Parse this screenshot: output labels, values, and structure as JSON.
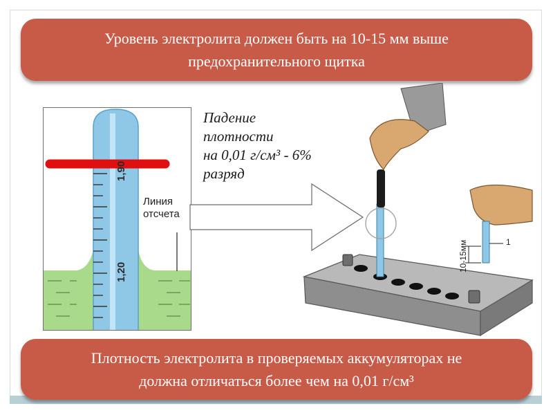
{
  "slide": {
    "top_banner": {
      "line1": "Уровень электролита должен быть на 10-15 мм выше",
      "line2": "предохранительного щитка"
    },
    "bottom_banner": {
      "line1": "Плотность электролита в проверяемых аккумуляторах не",
      "line2": "должна отличаться более чем на 0,01 г/см³"
    },
    "density_note": {
      "line1": "Падение",
      "line2": "плотности",
      "line3": "на 0,01 г/см³ - 6%",
      "line4": "разряд"
    },
    "hydrometer": {
      "upper_mark": "1,90",
      "lower_mark": "1,20",
      "reference_label_line1": "Линия",
      "reference_label_line2": "отсчета"
    },
    "battery_diagram": {
      "level_dimension": "10-15мм",
      "callout_number": "1"
    }
  },
  "colors": {
    "banner": "#c85a48",
    "tube": "#8fc8e6",
    "liquid": "#a9d98a",
    "marker": "#e01010"
  }
}
